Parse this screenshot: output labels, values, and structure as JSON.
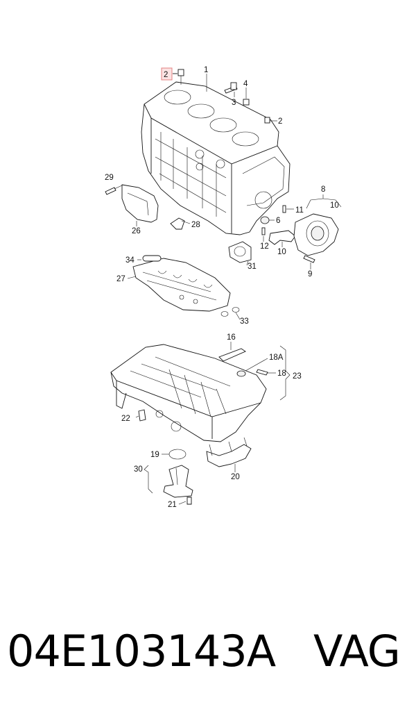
{
  "highlight_color": "#e58b8b",
  "callouts": [
    "1",
    "2",
    "3",
    "4",
    "2",
    "29",
    "26",
    "28",
    "6",
    "11",
    "12",
    "10",
    "8",
    "10",
    "9",
    "34",
    "27",
    "31",
    "33",
    "16",
    "18A",
    "18",
    "23",
    "22",
    "20",
    "19",
    "30",
    "21"
  ],
  "footer": {
    "part_number": "04E103143A",
    "brand": "VAG"
  }
}
